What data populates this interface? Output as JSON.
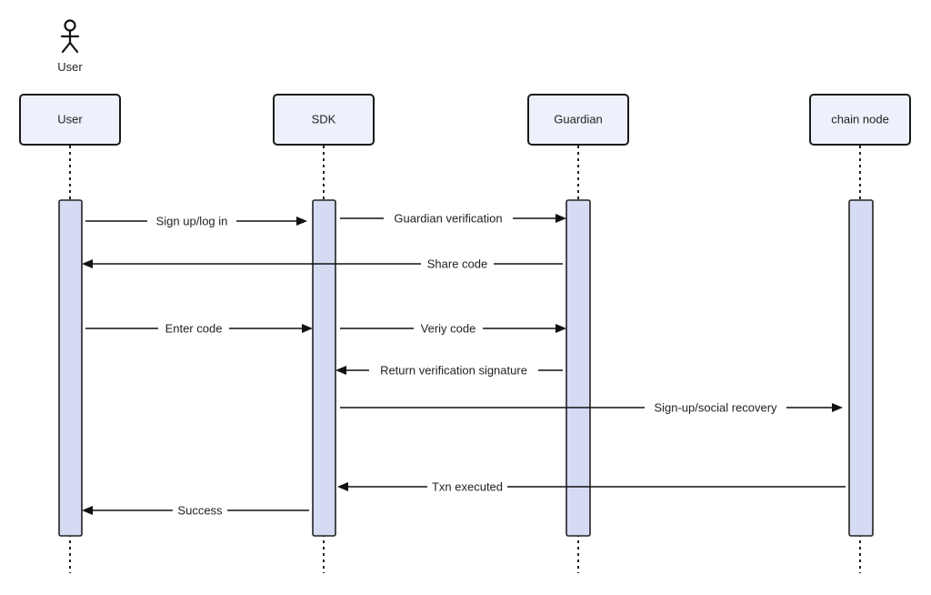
{
  "actor": {
    "label": "User",
    "icon": "stick-figure-icon"
  },
  "participants": [
    {
      "id": "user",
      "label": "User"
    },
    {
      "id": "sdk",
      "label": "SDK"
    },
    {
      "id": "guardian",
      "label": "Guardian"
    },
    {
      "id": "chain",
      "label": "chain node"
    }
  ],
  "messages": [
    {
      "from": "user",
      "to": "sdk",
      "label": "Sign up/log in"
    },
    {
      "from": "sdk",
      "to": "guardian",
      "label": "Guardian verification"
    },
    {
      "from": "guardian",
      "to": "user",
      "label": "Share code"
    },
    {
      "from": "user",
      "to": "sdk",
      "label": "Enter code"
    },
    {
      "from": "sdk",
      "to": "guardian",
      "label": "Veriy code"
    },
    {
      "from": "guardian",
      "to": "sdk",
      "label": "Return verification signature"
    },
    {
      "from": "sdk",
      "to": "chain",
      "label": "Sign-up/social recovery"
    },
    {
      "from": "chain",
      "to": "sdk",
      "label": "Txn executed"
    },
    {
      "from": "sdk",
      "to": "user",
      "label": "Success"
    }
  ],
  "colors": {
    "participant_fill": "#eef1fb",
    "activation_fill": "#d6dbf4",
    "stroke": "#111111"
  }
}
